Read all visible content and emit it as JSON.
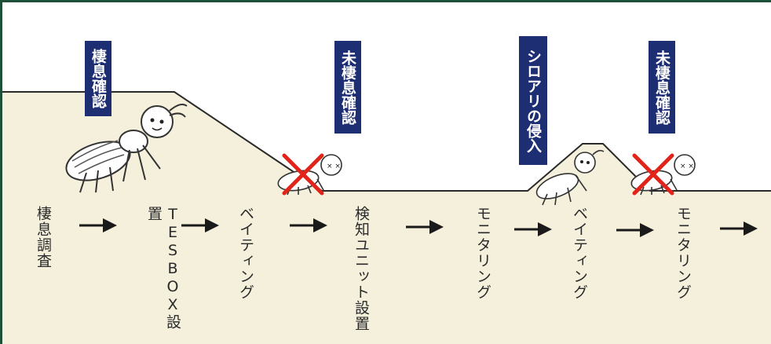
{
  "colors": {
    "ground": "#f4f0dc",
    "frame": "#1e4f38",
    "badge": "#1e2e73",
    "badge_text": "#ffffff",
    "step_text": "#2a2a2a",
    "cross": "#e2231a",
    "arrow": "#1a1a1a"
  },
  "badges": [
    {
      "label": "棲息確認",
      "icon": "termite-icon"
    },
    {
      "label": "未棲息確認",
      "icon": "termite-crossed-icon"
    },
    {
      "label": "シロアリの侵入",
      "icon": "termite-icon"
    },
    {
      "label": "未棲息確認",
      "icon": "termite-crossed-icon"
    }
  ],
  "steps": [
    {
      "label": "棲息調査"
    },
    {
      "label": "TESBOX設置"
    },
    {
      "label": "ベイティング"
    },
    {
      "label": "検知ユニット設置"
    },
    {
      "label": "モニタリング"
    },
    {
      "label": "ベイティング"
    },
    {
      "label": "モニタリング"
    }
  ],
  "arrow_icon": "right-arrow-icon"
}
